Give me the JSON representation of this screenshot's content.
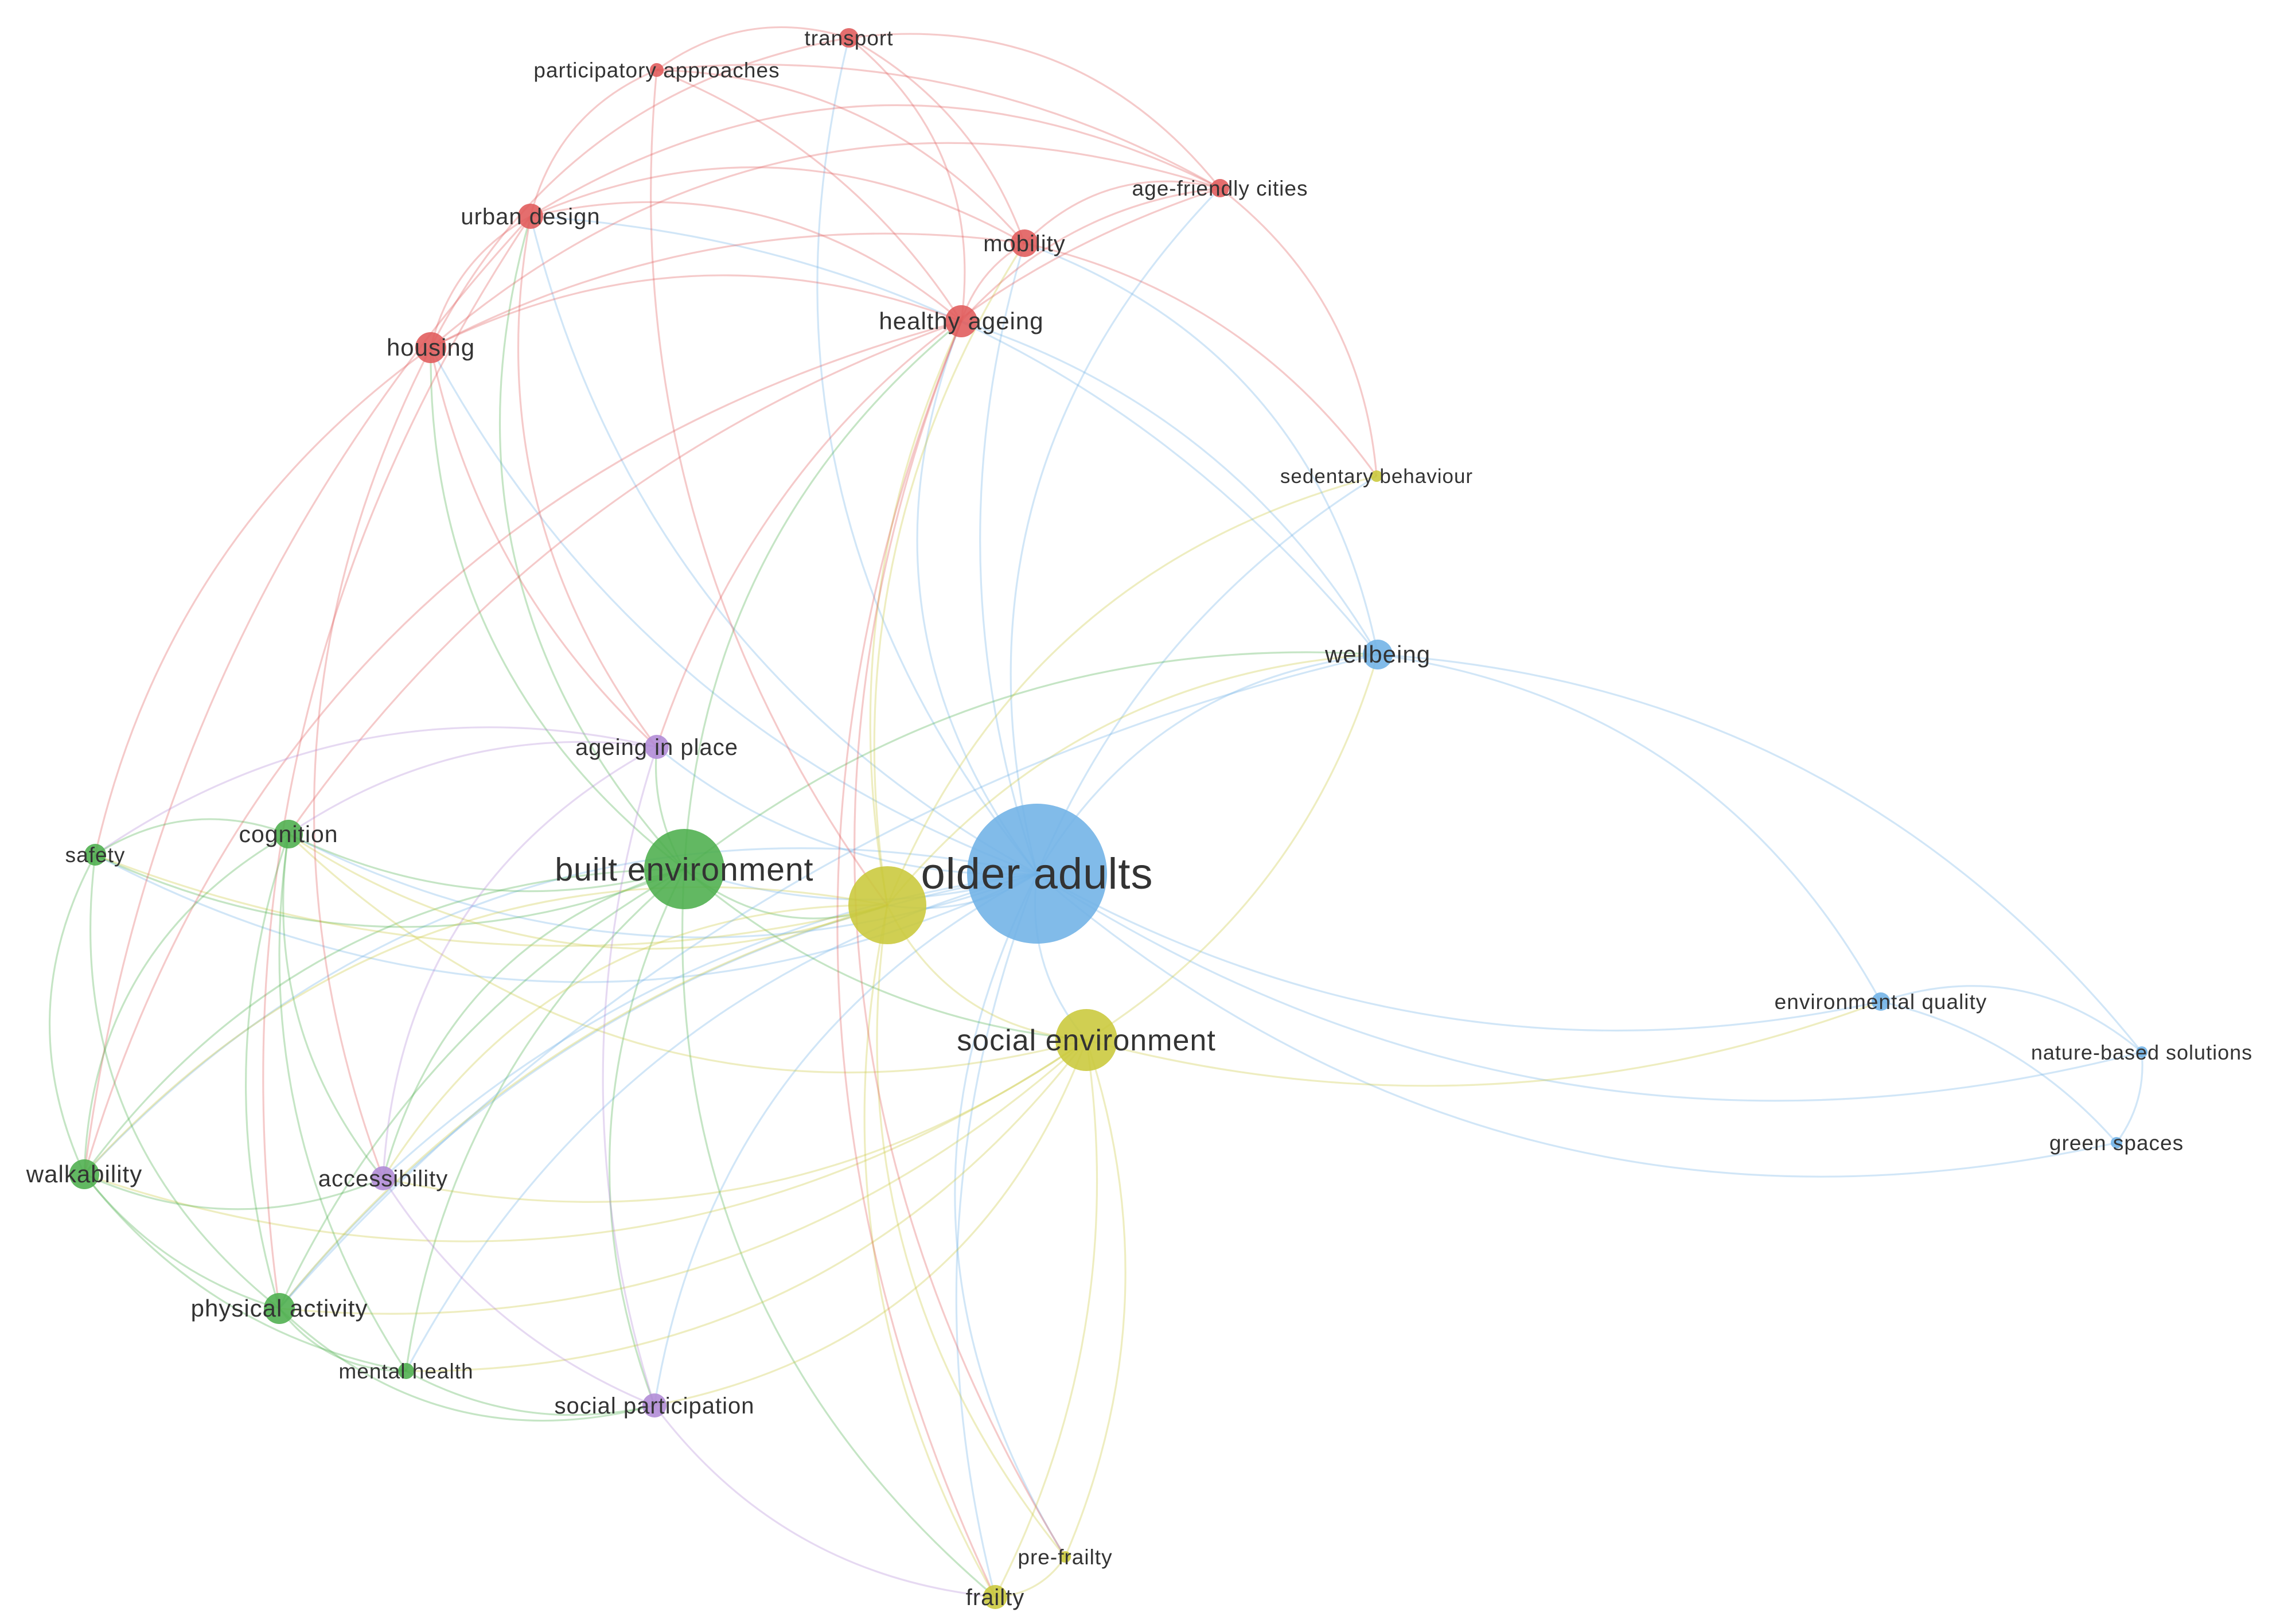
{
  "colors": {
    "red": "#e05a5a",
    "green": "#4cae4c",
    "blue": "#6fb2e6",
    "yellow": "#c9c83a",
    "purple": "#b08ad6"
  },
  "nodes": [
    {
      "id": "older-adults",
      "label": "older adults",
      "cluster": "blue",
      "weight": 100
    },
    {
      "id": "built-environment",
      "label": "built environment",
      "cluster": "green",
      "weight": 62
    },
    {
      "id": "built-env-hub",
      "label": "",
      "cluster": "yellow",
      "weight": 52
    },
    {
      "id": "social-environment",
      "label": "social environment",
      "cluster": "yellow",
      "weight": 40
    },
    {
      "id": "wellbeing",
      "label": "wellbeing",
      "cluster": "blue",
      "weight": 14
    },
    {
      "id": "healthy-ageing",
      "label": "healthy ageing",
      "cluster": "red",
      "weight": 16
    },
    {
      "id": "mobility",
      "label": "mobility",
      "cluster": "red",
      "weight": 12
    },
    {
      "id": "housing",
      "label": "housing",
      "cluster": "red",
      "weight": 13
    },
    {
      "id": "urban-design",
      "label": "urban design",
      "cluster": "red",
      "weight": 11
    },
    {
      "id": "transport",
      "label": "transport",
      "cluster": "red",
      "weight": 8
    },
    {
      "id": "participatory-approaches",
      "label": "participatory approaches",
      "cluster": "red",
      "weight": 6
    },
    {
      "id": "age-friendly-cities",
      "label": "age-friendly cities",
      "cluster": "red",
      "weight": 8
    },
    {
      "id": "sedentary-behaviour",
      "label": "sedentary behaviour",
      "cluster": "yellow",
      "weight": 5
    },
    {
      "id": "ageing-in-place",
      "label": "ageing in place",
      "cluster": "purple",
      "weight": 10
    },
    {
      "id": "cognition",
      "label": "cognition",
      "cluster": "green",
      "weight": 12
    },
    {
      "id": "safety",
      "label": "safety",
      "cluster": "green",
      "weight": 9
    },
    {
      "id": "walkability",
      "label": "walkability",
      "cluster": "green",
      "weight": 12
    },
    {
      "id": "accessibility",
      "label": "accessibility",
      "cluster": "purple",
      "weight": 10
    },
    {
      "id": "physical-activity",
      "label": "physical activity",
      "cluster": "green",
      "weight": 13
    },
    {
      "id": "mental-health",
      "label": "mental health",
      "cluster": "green",
      "weight": 7
    },
    {
      "id": "social-participation",
      "label": "social participation",
      "cluster": "purple",
      "weight": 10
    },
    {
      "id": "pre-frailty",
      "label": "pre-frailty",
      "cluster": "yellow",
      "weight": 5
    },
    {
      "id": "frailty",
      "label": "frailty",
      "cluster": "yellow",
      "weight": 10
    },
    {
      "id": "environmental-quality",
      "label": "environmental quality",
      "cluster": "blue",
      "weight": 8
    },
    {
      "id": "nature-based-solutions",
      "label": "nature-based solutions",
      "cluster": "blue",
      "weight": 5
    },
    {
      "id": "green-spaces",
      "label": "green spaces",
      "cluster": "blue",
      "weight": 5
    }
  ],
  "edges": [
    [
      "older-adults",
      "built-environment"
    ],
    [
      "older-adults",
      "built-env-hub"
    ],
    [
      "older-adults",
      "social-environment"
    ],
    [
      "older-adults",
      "wellbeing"
    ],
    [
      "older-adults",
      "healthy-ageing"
    ],
    [
      "older-adults",
      "mobility"
    ],
    [
      "older-adults",
      "housing"
    ],
    [
      "older-adults",
      "urban-design"
    ],
    [
      "older-adults",
      "transport"
    ],
    [
      "older-adults",
      "age-friendly-cities"
    ],
    [
      "older-adults",
      "sedentary-behaviour"
    ],
    [
      "older-adults",
      "ageing-in-place"
    ],
    [
      "older-adults",
      "cognition"
    ],
    [
      "older-adults",
      "safety"
    ],
    [
      "older-adults",
      "walkability"
    ],
    [
      "older-adults",
      "accessibility"
    ],
    [
      "older-adults",
      "physical-activity"
    ],
    [
      "older-adults",
      "mental-health"
    ],
    [
      "older-adults",
      "social-participation"
    ],
    [
      "older-adults",
      "pre-frailty"
    ],
    [
      "older-adults",
      "frailty"
    ],
    [
      "older-adults",
      "environmental-quality"
    ],
    [
      "older-adults",
      "nature-based-solutions"
    ],
    [
      "older-adults",
      "green-spaces"
    ],
    [
      "built-environment",
      "built-env-hub"
    ],
    [
      "built-environment",
      "social-environment"
    ],
    [
      "built-environment",
      "wellbeing"
    ],
    [
      "built-environment",
      "healthy-ageing"
    ],
    [
      "built-environment",
      "housing"
    ],
    [
      "built-environment",
      "urban-design"
    ],
    [
      "built-environment",
      "ageing-in-place"
    ],
    [
      "built-environment",
      "cognition"
    ],
    [
      "built-environment",
      "safety"
    ],
    [
      "built-environment",
      "walkability"
    ],
    [
      "built-environment",
      "accessibility"
    ],
    [
      "built-environment",
      "physical-activity"
    ],
    [
      "built-environment",
      "mental-health"
    ],
    [
      "built-environment",
      "social-participation"
    ],
    [
      "built-environment",
      "frailty"
    ],
    [
      "built-env-hub",
      "social-environment"
    ],
    [
      "built-env-hub",
      "healthy-ageing"
    ],
    [
      "built-env-hub",
      "mobility"
    ],
    [
      "built-env-hub",
      "wellbeing"
    ],
    [
      "built-env-hub",
      "cognition"
    ],
    [
      "built-env-hub",
      "walkability"
    ],
    [
      "built-env-hub",
      "physical-activity"
    ],
    [
      "built-env-hub",
      "frailty"
    ],
    [
      "built-env-hub",
      "pre-frailty"
    ],
    [
      "built-env-hub",
      "sedentary-behaviour"
    ],
    [
      "built-env-hub",
      "accessibility"
    ],
    [
      "built-env-hub",
      "safety"
    ],
    [
      "social-environment",
      "wellbeing"
    ],
    [
      "social-environment",
      "physical-activity"
    ],
    [
      "social-environment",
      "mental-health"
    ],
    [
      "social-environment",
      "social-participation"
    ],
    [
      "social-environment",
      "frailty"
    ],
    [
      "social-environment",
      "pre-frailty"
    ],
    [
      "social-environment",
      "accessibility"
    ],
    [
      "social-environment",
      "walkability"
    ],
    [
      "social-environment",
      "cognition"
    ],
    [
      "social-environment",
      "environmental-quality"
    ],
    [
      "wellbeing",
      "healthy-ageing"
    ],
    [
      "wellbeing",
      "urban-design"
    ],
    [
      "wellbeing",
      "environmental-quality"
    ],
    [
      "wellbeing",
      "mobility"
    ],
    [
      "wellbeing",
      "physical-activity"
    ],
    [
      "healthy-ageing",
      "mobility"
    ],
    [
      "healthy-ageing",
      "housing"
    ],
    [
      "healthy-ageing",
      "urban-design"
    ],
    [
      "healthy-ageing",
      "transport"
    ],
    [
      "healthy-ageing",
      "participatory-approaches"
    ],
    [
      "healthy-ageing",
      "age-friendly-cities"
    ],
    [
      "healthy-ageing",
      "frailty"
    ],
    [
      "healthy-ageing",
      "pre-frailty"
    ],
    [
      "healthy-ageing",
      "walkability"
    ],
    [
      "healthy-ageing",
      "cognition"
    ],
    [
      "mobility",
      "transport"
    ],
    [
      "mobility",
      "participatory-approaches"
    ],
    [
      "mobility",
      "urban-design"
    ],
    [
      "mobility",
      "age-friendly-cities"
    ],
    [
      "mobility",
      "housing"
    ],
    [
      "mobility",
      "sedentary-behaviour"
    ],
    [
      "housing",
      "urban-design"
    ],
    [
      "housing",
      "transport"
    ],
    [
      "housing",
      "age-friendly-cities"
    ],
    [
      "housing",
      "ageing-in-place"
    ],
    [
      "housing",
      "safety"
    ],
    [
      "housing",
      "accessibility"
    ],
    [
      "urban-design",
      "participatory-approaches"
    ],
    [
      "urban-design",
      "age-friendly-cities"
    ],
    [
      "urban-design",
      "walkability"
    ],
    [
      "urban-design",
      "physical-activity"
    ],
    [
      "urban-design",
      "ageing-in-place"
    ],
    [
      "transport",
      "participatory-approaches"
    ],
    [
      "transport",
      "age-friendly-cities"
    ],
    [
      "participatory-approaches",
      "age-friendly-cities"
    ],
    [
      "participatory-approaches",
      "built-env-hub"
    ],
    [
      "age-friendly-cities",
      "sedentary-behaviour"
    ],
    [
      "age-friendly-cities",
      "ageing-in-place"
    ],
    [
      "ageing-in-place",
      "accessibility"
    ],
    [
      "ageing-in-place",
      "social-participation"
    ],
    [
      "ageing-in-place",
      "cognition"
    ],
    [
      "ageing-in-place",
      "safety"
    ],
    [
      "cognition",
      "safety"
    ],
    [
      "cognition",
      "walkability"
    ],
    [
      "cognition",
      "physical-activity"
    ],
    [
      "cognition",
      "mental-health"
    ],
    [
      "cognition",
      "accessibility"
    ],
    [
      "safety",
      "walkability"
    ],
    [
      "safety",
      "physical-activity"
    ],
    [
      "walkability",
      "physical-activity"
    ],
    [
      "walkability",
      "mental-health"
    ],
    [
      "walkability",
      "accessibility"
    ],
    [
      "physical-activity",
      "mental-health"
    ],
    [
      "physical-activity",
      "social-participation"
    ],
    [
      "accessibility",
      "social-participation"
    ],
    [
      "mental-health",
      "social-participation"
    ],
    [
      "social-participation",
      "frailty"
    ],
    [
      "pre-frailty",
      "frailty"
    ],
    [
      "environmental-quality",
      "nature-based-solutions"
    ],
    [
      "environmental-quality",
      "green-spaces"
    ],
    [
      "nature-based-solutions",
      "green-spaces"
    ],
    [
      "wellbeing",
      "nature-based-solutions"
    ]
  ]
}
